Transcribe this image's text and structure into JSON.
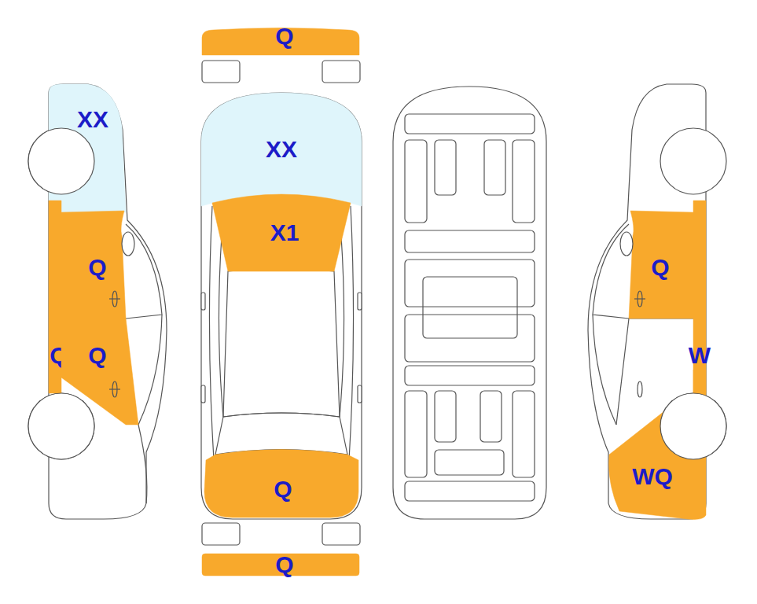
{
  "diagram": {
    "nodes": [
      {
        "text": [
          "Q"
        ]
      },
      {
        "text": [
          "XX"
        ]
      },
      {
        "text": [
          "XX"
        ]
      },
      {
        "text": [
          "X1"
        ]
      },
      {
        "text": [
          "Q"
        ]
      },
      {
        "text": [
          "Q"
        ]
      },
      {
        "text": [
          "Q"
        ]
      },
      {
        "text": [
          "Q"
        ]
      },
      {
        "text": [
          "W"
        ]
      },
      {
        "text": [
          "WQ"
        ]
      },
      {
        "text": [
          "Q"
        ]
      },
      {
        "text": [
          "Q"
        ]
      }
    ]
  }
}
